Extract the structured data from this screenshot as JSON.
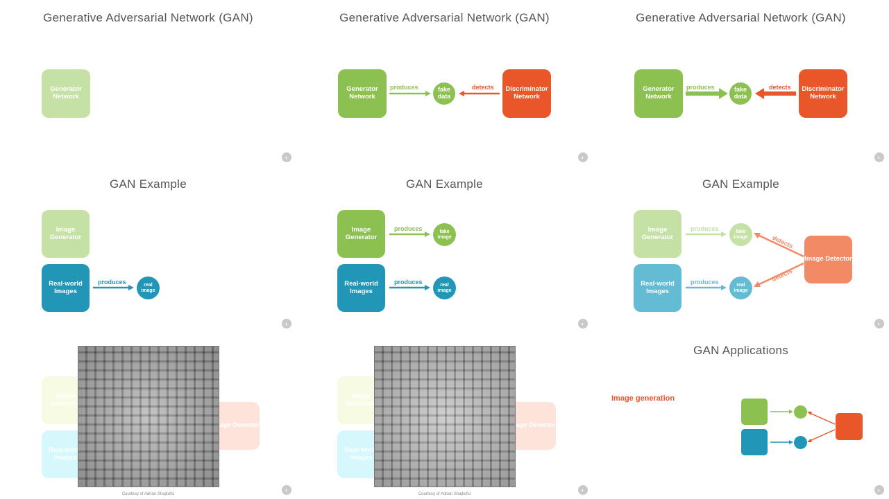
{
  "slide1": {
    "title": "Generative Adversarial Network (GAN)",
    "generator": "Generator Network"
  },
  "slide2": {
    "title": "Generative Adversarial Network (GAN)",
    "generator": "Generator Network",
    "produces": "produces",
    "fake": "fake data",
    "detects": "detects",
    "discriminator": "Discriminator Network"
  },
  "slide3": {
    "title": "Generative Adversarial Network (GAN)",
    "generator": "Generator Network",
    "produces": "produces",
    "fake": "fake data",
    "detects": "detects",
    "discriminator": "Discriminator Network"
  },
  "slide4": {
    "title": "GAN Example",
    "image_generator": "Image Generator",
    "real_world": "Real-world Images",
    "produces": "produces",
    "real_image": "real image"
  },
  "slide5": {
    "title": "GAN Example",
    "image_generator": "Image Generator",
    "real_world": "Real-world Images",
    "produces_fake": "produces",
    "produces_real": "produces",
    "fake_image": "fake image",
    "real_image": "real image"
  },
  "slide6": {
    "title": "GAN Example",
    "image_generator": "Image Generator",
    "real_world": "Real-world Images",
    "produces_fake": "produces",
    "produces_real": "produces",
    "fake_image": "fake image",
    "real_image": "real image",
    "detects_top": "detects",
    "detects_bottom": "detects",
    "detector": "Image Detector"
  },
  "slide7": {
    "image_generator": "Image Generator",
    "real_world": "Real-world Images",
    "detector": "Image Detector",
    "credit": "Courtesy of Adrian Shajkofci"
  },
  "slide8": {
    "image_generator": "Image Generator",
    "real_world": "Real-world Images",
    "detector": "Image Detector",
    "credit": "Courtesy of Adrian Shajkofci"
  },
  "slide9": {
    "title": "GAN Applications",
    "application": "Image generation"
  },
  "watermark_icon": "player-logo-icon",
  "colors": {
    "green": "#8cc152",
    "green_light": "#c5e1a5",
    "orange": "#e8562a",
    "orange_light": "#f28a65",
    "teal": "#2196b6",
    "teal_light": "#63bcd3"
  }
}
